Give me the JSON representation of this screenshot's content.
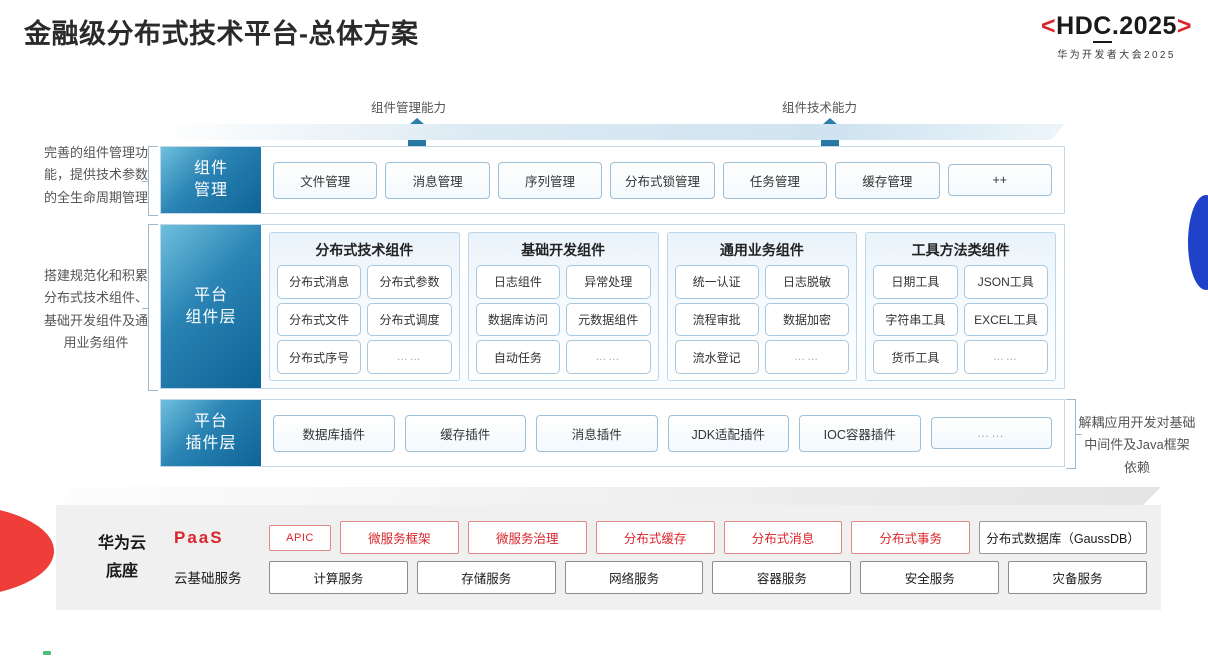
{
  "header": {
    "title": "金融级分布式技术平台-总体方案",
    "logo_bracket_left": "<",
    "logo_text_a": "HD",
    "logo_text_b": "C",
    "logo_text_c": ".2025",
    "logo_bracket_right": ">",
    "logo_subtitle": "华为开发者大会2025"
  },
  "arrows": [
    {
      "label": "组件管理能力"
    },
    {
      "label": "组件技术能力"
    }
  ],
  "notes": {
    "left_1": "完善的组件管理功能，提供技术参数的全生命周期管理",
    "left_2": "搭建规范化和积累分布式技术组件、基础开发组件及通用业务组件",
    "right_1": "解耦应用开发对基础中间件及Java框架依赖"
  },
  "layers": {
    "component_management": {
      "title_line1": "组件",
      "title_line2": "管理",
      "items": [
        "文件管理",
        "消息管理",
        "序列管理",
        "分布式锁管理",
        "任务管理",
        "缓存管理",
        "++"
      ]
    },
    "platform_component": {
      "title_line1": "平台",
      "title_line2": "组件层",
      "groups": [
        {
          "title": "分布式技术组件",
          "items": [
            "分布式消息",
            "分布式参数",
            "分布式文件",
            "分布式调度",
            "分布式序号",
            "……"
          ]
        },
        {
          "title": "基础开发组件",
          "items": [
            "日志组件",
            "异常处理",
            "数据库访问",
            "元数据组件",
            "自动任务",
            "……"
          ]
        },
        {
          "title": "通用业务组件",
          "items": [
            "统一认证",
            "日志脱敏",
            "流程审批",
            "数据加密",
            "流水登记",
            "……"
          ]
        },
        {
          "title": "工具方法类组件",
          "items": [
            "日期工具",
            "JSON工具",
            "字符串工具",
            "EXCEL工具",
            "货币工具",
            "……"
          ]
        }
      ]
    },
    "platform_plugin": {
      "title_line1": "平台",
      "title_line2": "插件层",
      "items": [
        "数据库插件",
        "缓存插件",
        "消息插件",
        "JDK适配插件",
        "IOC容器插件",
        "……"
      ]
    }
  },
  "paas": {
    "base_label_line1": "华为云",
    "base_label_line2": "底座",
    "paas_row_label": "PaaS",
    "cloud_row_label": "云基础服务",
    "paas_items": [
      {
        "label": "APIC",
        "style": "apic"
      },
      {
        "label": "微服务框架",
        "style": "red"
      },
      {
        "label": "微服务治理",
        "style": "red"
      },
      {
        "label": "分布式缓存",
        "style": "red"
      },
      {
        "label": "分布式消息",
        "style": "red"
      },
      {
        "label": "分布式事务",
        "style": "red"
      },
      {
        "label": "分布式数据库（GaussDB）",
        "style": "neutral"
      }
    ],
    "cloud_items": [
      "计算服务",
      "存储服务",
      "网络服务",
      "容器服务",
      "安全服务",
      "灾备服务"
    ]
  },
  "colors": {
    "brand_red": "#d9262b",
    "accent_blue": "#1d6792",
    "layer_blue_dark": "#0e6396",
    "edge_blue": "#1f42c8"
  }
}
